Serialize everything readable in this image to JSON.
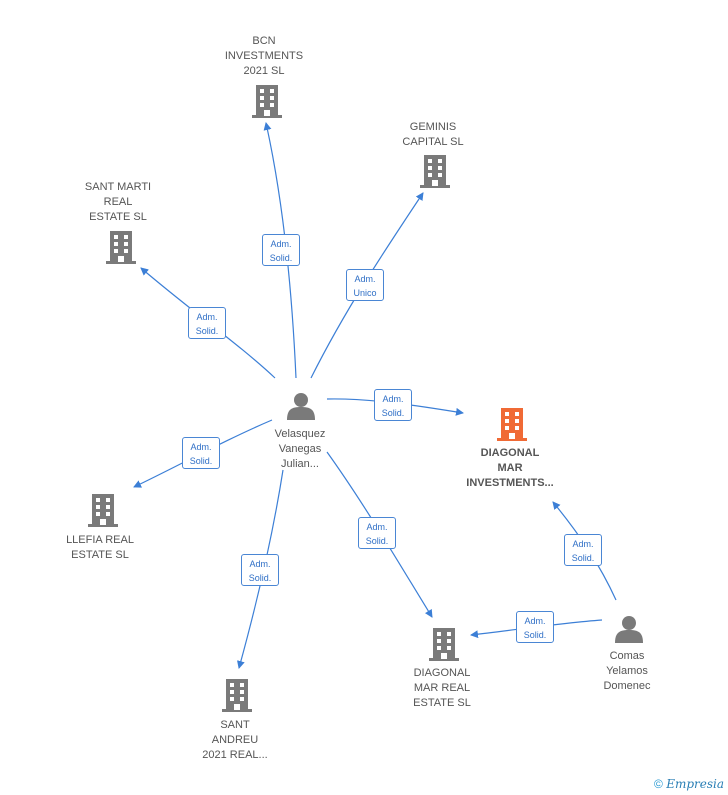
{
  "colors": {
    "edge": "#3c7fd6",
    "building": "#7a7a7a",
    "building_highlight": "#f06a35",
    "person": "#7a7a7a"
  },
  "nodes": {
    "bcn": {
      "label": "BCN\nINVESTMENTS\n2021  SL",
      "icon": "building-icon"
    },
    "geminis": {
      "label": "GEMINIS\nCAPITAL  SL",
      "icon": "building-icon"
    },
    "santmarti": {
      "label": "SANT MARTI\nREAL\nESTATE  SL",
      "icon": "building-icon"
    },
    "velasquez": {
      "label": "Velasquez\nVanegas\nJulian...",
      "icon": "person-icon"
    },
    "diagonal_inv": {
      "label": "DIAGONAL\nMAR\nINVESTMENTS...",
      "icon": "building-icon"
    },
    "llefia": {
      "label": "LLEFIA REAL\nESTATE  SL",
      "icon": "building-icon"
    },
    "santandreu": {
      "label": "SANT\nANDREU\n2021 REAL...",
      "icon": "building-icon"
    },
    "diagonal_re": {
      "label": "DIAGONAL\nMAR REAL\nESTATE  SL",
      "icon": "building-icon"
    },
    "comas": {
      "label": "Comas\nYelamos\nDomenec",
      "icon": "person-icon"
    }
  },
  "edges": [
    {
      "id": "e1",
      "label": "Adm.\nSolid."
    },
    {
      "id": "e2",
      "label": "Adm.\nUnico"
    },
    {
      "id": "e3",
      "label": "Adm.\nSolid."
    },
    {
      "id": "e4",
      "label": "Adm.\nSolid."
    },
    {
      "id": "e5",
      "label": "Adm.\nSolid."
    },
    {
      "id": "e6",
      "label": "Adm.\nSolid."
    },
    {
      "id": "e7",
      "label": "Adm.\nSolid."
    },
    {
      "id": "e8",
      "label": "Adm.\nSolid."
    },
    {
      "id": "e9",
      "label": "Adm.\nSolid."
    }
  ],
  "footer": {
    "copyright": "©",
    "brand": "Empresia"
  }
}
